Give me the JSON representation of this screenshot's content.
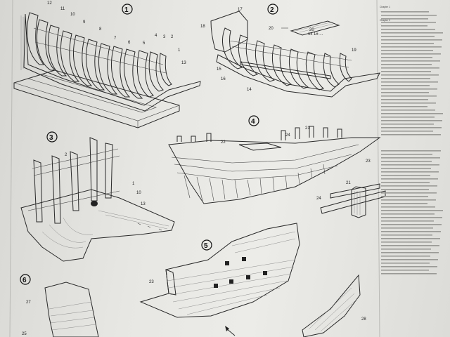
{
  "steps": [
    {
      "number": "1",
      "labels": [
        "12",
        "11",
        "10",
        "9",
        "8",
        "7",
        "6",
        "5",
        "4",
        "3",
        "2",
        "1",
        "13"
      ]
    },
    {
      "number": "2",
      "labels": [
        "17",
        "18",
        "20",
        "19",
        "15",
        "16",
        "14"
      ],
      "detail_label": "20",
      "detail_caption": "1x 1± ..."
    },
    {
      "number": "3",
      "labels": [
        "2",
        "1",
        "10",
        "13"
      ]
    },
    {
      "number": "4",
      "labels": [
        "22",
        "24",
        "21",
        "23"
      ],
      "detail_label": "24",
      "detail_labels": [
        "21"
      ]
    },
    {
      "number": "5",
      "labels": [
        "23"
      ]
    },
    {
      "number": "6",
      "labels": [
        "27",
        "25",
        "28"
      ]
    }
  ],
  "text_column": {
    "sections": [
      {
        "heading": "Chapter 1",
        "text": "..."
      },
      {
        "heading": "Chapter 2",
        "text": "..."
      }
    ]
  }
}
